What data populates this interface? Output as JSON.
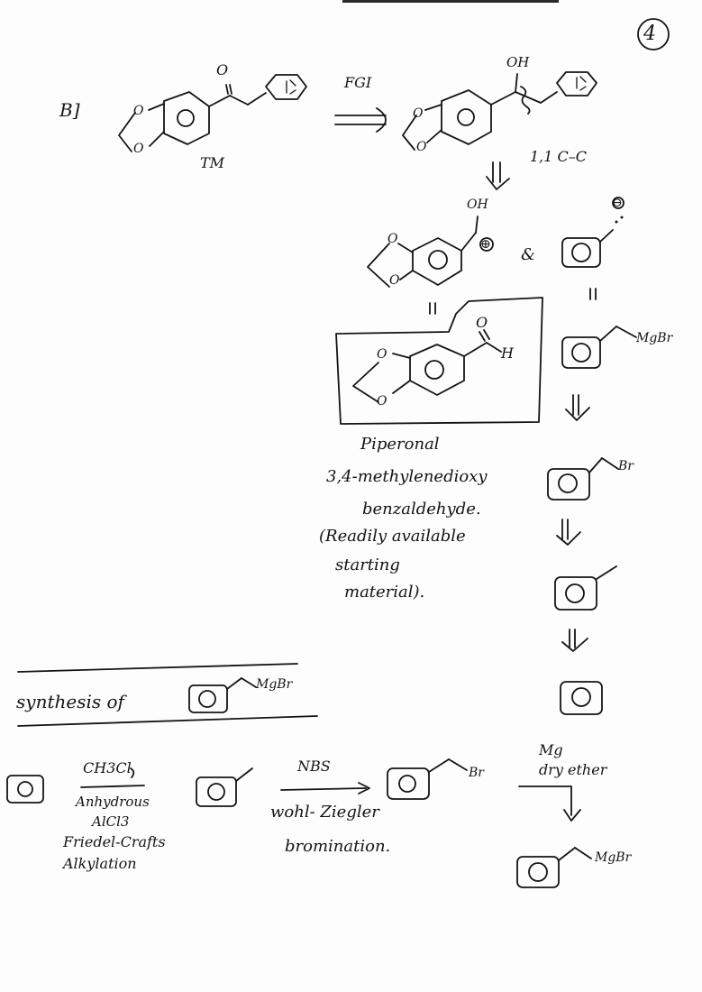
{
  "page": {
    "number": "4",
    "part_label": "B]"
  },
  "retrosynthesis": {
    "target_label": "TM",
    "fgi_label": "FGI",
    "hydroxyl_label": "OH",
    "disconnection_label": "1,1 C–C",
    "oxygen_label": "O",
    "aldehyde_h_label": "H",
    "cation_label": "⊕",
    "anion_label": "⊖",
    "combine_symbol": "&",
    "equals_symbol": "||",
    "grignard_reagent": "MgBr",
    "bromide_label": "Br",
    "piperonal_notes": [
      "Piperonal",
      "3,4-methylenedioxy",
      "benzaldehyde.",
      "(Readily available",
      "starting",
      "material)."
    ]
  },
  "synthesis": {
    "heading": "synthesis of",
    "heading_reagent": "MgBr",
    "step1": {
      "reagent": "CH3Cl",
      "conditions": [
        "Anhydrous",
        "AlCl3",
        "Friedel-Crafts",
        "Alkylation"
      ]
    },
    "step2": {
      "reagent": "NBS",
      "conditions": [
        "wohl- Ziegler",
        "bromination."
      ]
    },
    "step2_product": "Br",
    "step3": {
      "reagent": "Mg",
      "conditions": [
        "dry ether"
      ]
    },
    "final_product": "MgBr"
  }
}
